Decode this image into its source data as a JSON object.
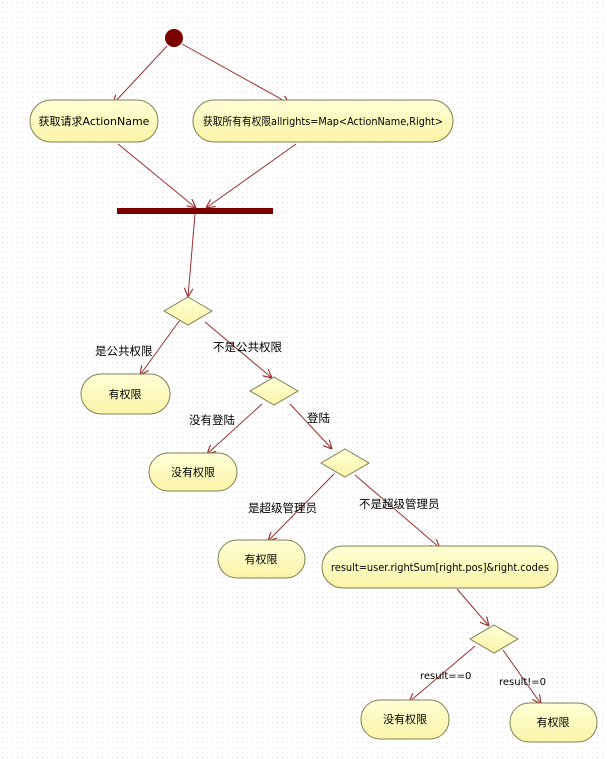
{
  "actions": {
    "get_action_name": "获取请求ActionName",
    "get_all_rights": "获取所有有权限allrights=Map<ActionName,Right>",
    "public_has_permission": "有权限",
    "not_logged_in_no_permission": "没有权限",
    "super_admin_has_permission": "有权限",
    "compute_result": "result=user.rightSum[right.pos]&right.codes",
    "result_zero_no_permission": "没有权限",
    "result_nonzero_has_permission": "有权限"
  },
  "edges": {
    "is_public": "是公共权限",
    "not_public": "不是公共权限",
    "not_logged_in": "没有登陆",
    "logged_in": "登陆",
    "is_super_admin": "是超级管理员",
    "not_super_admin": "不是超级管理员",
    "result_eq_zero": "result==0",
    "result_ne_zero": "result!=0"
  },
  "colors": {
    "node_fill": "#ffffc6",
    "node_stroke": "#7f7f55",
    "edge": "#9a3030",
    "start": "#7a0000",
    "fork_bar": "#7a0000"
  }
}
